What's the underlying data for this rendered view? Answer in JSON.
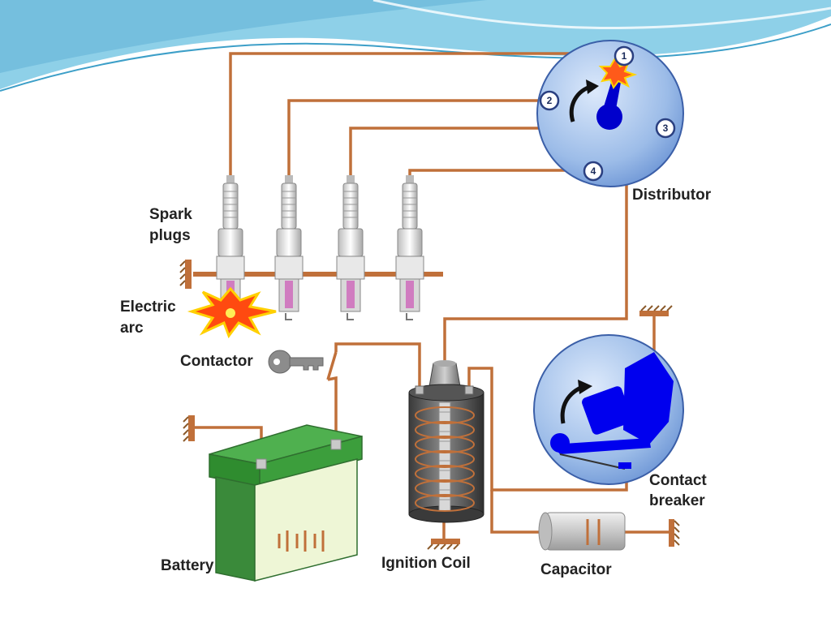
{
  "labels": {
    "spark_plugs_line1": "Spark",
    "spark_plugs_line2": "plugs",
    "electric_arc_line1": "Electric",
    "electric_arc_line2": "arc",
    "contactor": "Contactor",
    "battery": "Battery",
    "ignition_coil": "Ignition Coil",
    "capacitor": "Capacitor",
    "distributor": "Distributor",
    "contact_breaker_line1": "Contact",
    "contact_breaker_line2": "breaker"
  },
  "distributor_terminals": [
    "1",
    "2",
    "3",
    "4"
  ],
  "colors": {
    "wire": "#c0703a",
    "disc_fill": "#a8c8f0",
    "rotor": "#0000cc",
    "battery_green": "#5cb85c",
    "background_wave": "#7cc4e0"
  }
}
